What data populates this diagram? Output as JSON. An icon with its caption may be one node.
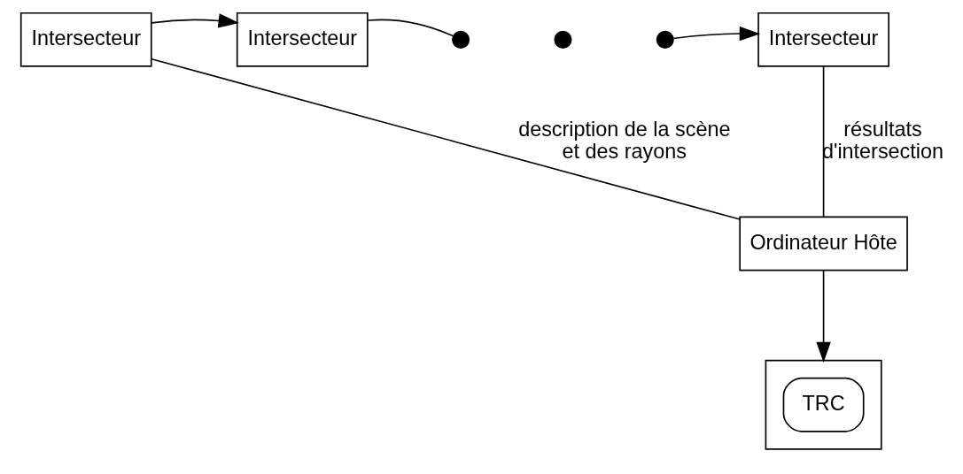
{
  "diagram": {
    "nodes": [
      {
        "text": [
          "Intersecteur"
        ]
      },
      {
        "text": [
          "Intersecteur"
        ]
      },
      {
        "text": [],
        "shape": "circle"
      },
      {
        "text": [],
        "shape": "circle"
      },
      {
        "text": [],
        "shape": "circle"
      },
      {
        "text": [
          "Intersecteur"
        ]
      },
      {
        "text": [
          "Ordinateur Hôte"
        ]
      },
      {
        "text": [],
        "shape": "box"
      },
      {
        "text": [
          "TRC"
        ],
        "in": 7
      }
    ],
    "edges": [
      {
        "from": 6,
        "to": 0,
        "arrow": "none",
        "label": "description de la scène et des rayons"
      },
      {
        "from": 0,
        "to": 1,
        "arrow": "to"
      },
      {
        "from": 1,
        "to": 2,
        "arrow": "none"
      },
      {
        "from": 4,
        "to": 5,
        "arrow": "to"
      },
      {
        "from": 5,
        "to": 6,
        "arrow": "none",
        "label": "résultats d'intersection"
      },
      {
        "from": 6,
        "to": 7,
        "arrow": "to"
      }
    ]
  }
}
